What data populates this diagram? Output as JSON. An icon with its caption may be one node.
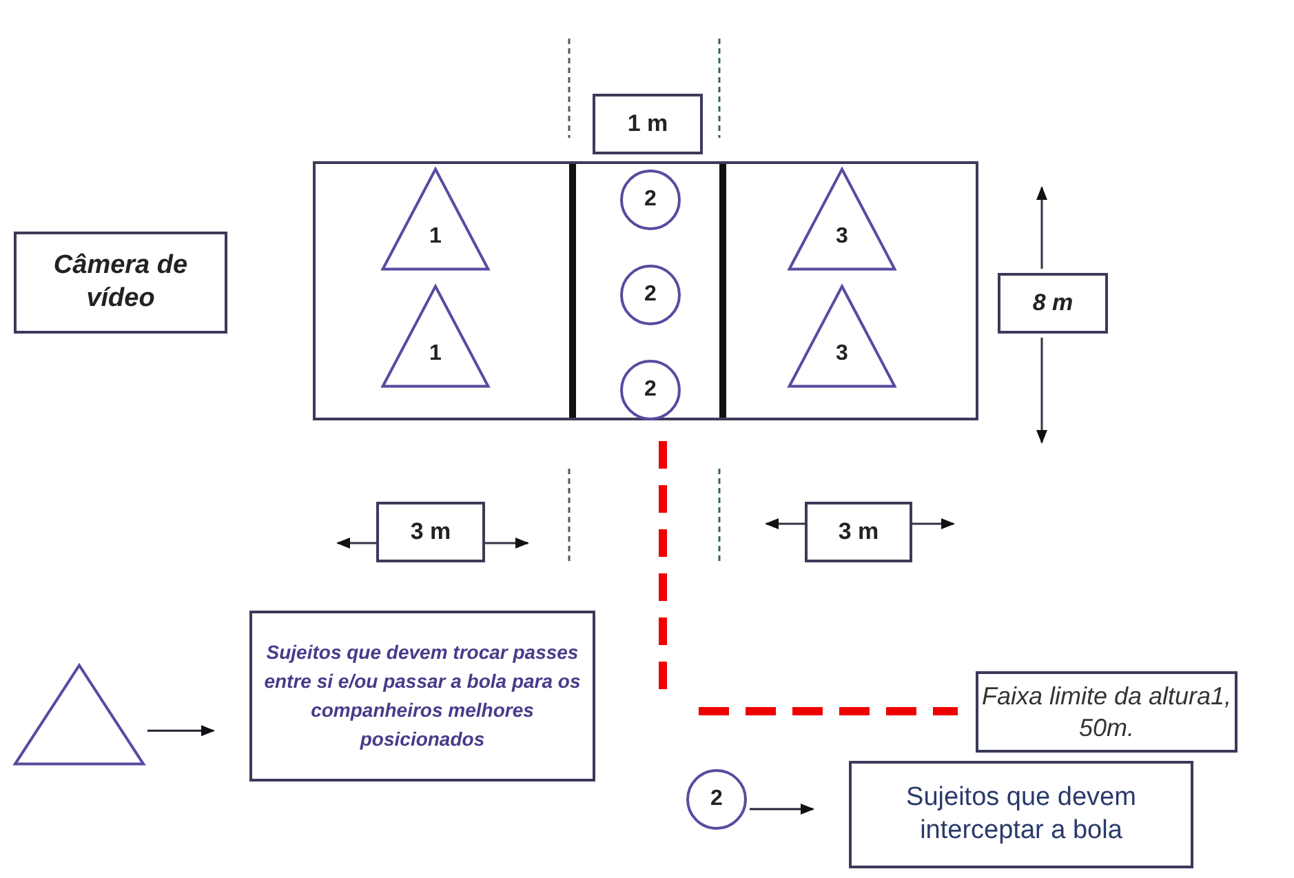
{
  "diagram": {
    "nodes": [
      {
        "text": [
          "Câmera de vídeo"
        ]
      },
      {
        "text": [
          "1 m"
        ]
      },
      {
        "text": [],
        "shape": "box"
      },
      {
        "text": [
          "1"
        ],
        "in": 2
      },
      {
        "text": [
          "1"
        ],
        "in": 2
      },
      {
        "text": [
          "2"
        ],
        "in": 2
      },
      {
        "text": [
          "2"
        ],
        "in": 2
      },
      {
        "text": [
          "2"
        ],
        "in": 2
      },
      {
        "text": [
          "3"
        ],
        "in": 2
      },
      {
        "text": [
          "3"
        ],
        "in": 2
      },
      {
        "text": [
          "8 m"
        ]
      },
      {
        "text": [
          "3 m"
        ]
      },
      {
        "text": [
          "3 m"
        ]
      },
      {
        "text": [],
        "shape": "triangle"
      },
      {
        "text": [
          "Sujeitos que devem trocar passes entre si e/ou passar a bola para os companheiros melhores posicionados"
        ]
      },
      {
        "text": [
          "Faixa limite da altura1, 50m."
        ]
      },
      {
        "text": [
          "2"
        ]
      },
      {
        "text": [
          "Sujeitos que devem interceptar a bola"
        ]
      }
    ],
    "edges": [
      {
        "from": 13,
        "to": 14,
        "arrow": "to"
      },
      {
        "from": 16,
        "to": 17,
        "arrow": "to"
      }
    ]
  }
}
